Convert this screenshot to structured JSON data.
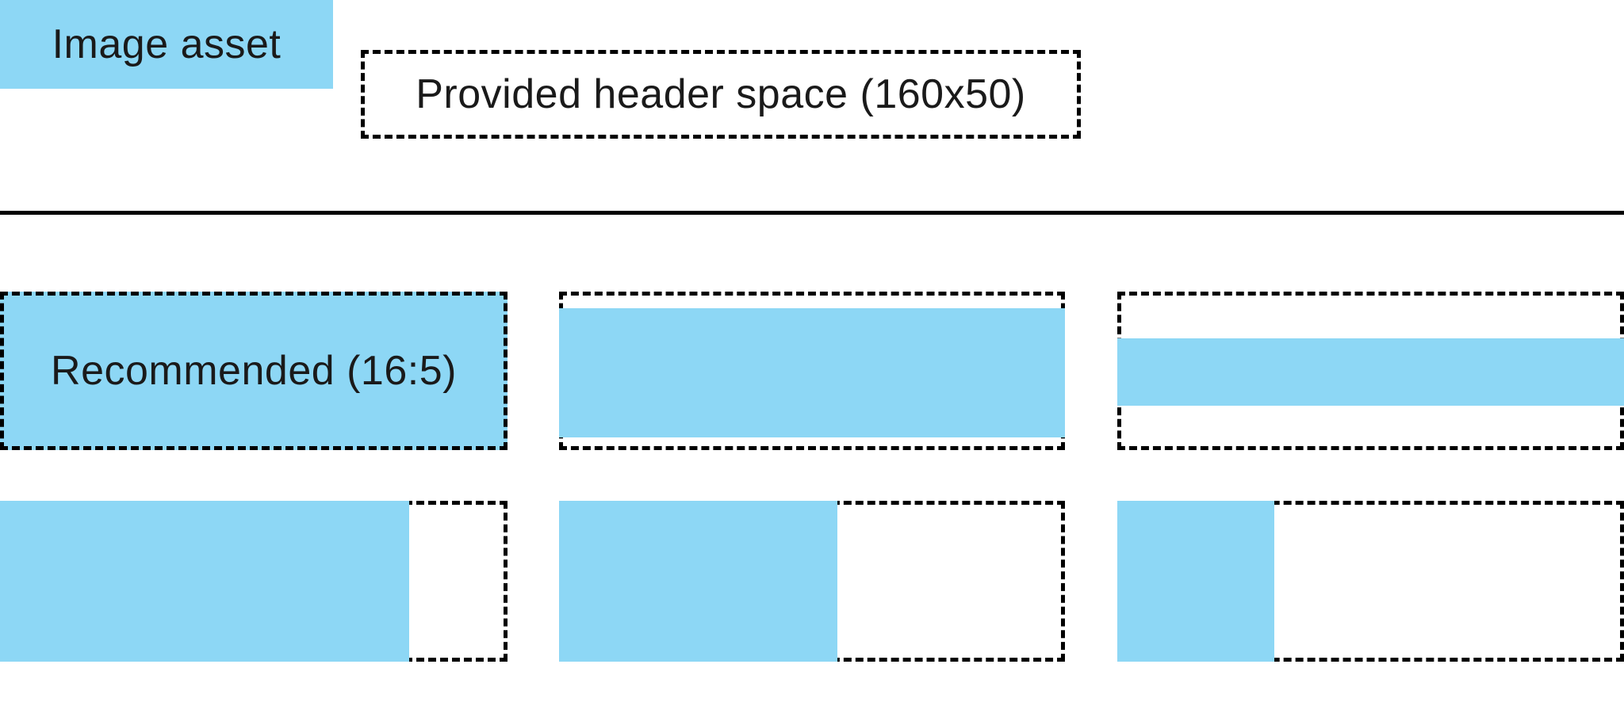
{
  "colors": {
    "accent_blue": "#8DD7F5",
    "line": "#000000",
    "bg": "#FFFFFF",
    "text": "#1A1A1A"
  },
  "legend": {
    "image_asset_label": "Image asset",
    "header_space_label": "Provided header space (160x50)"
  },
  "examples": {
    "recommended_label": "Recommended (16:5)"
  }
}
